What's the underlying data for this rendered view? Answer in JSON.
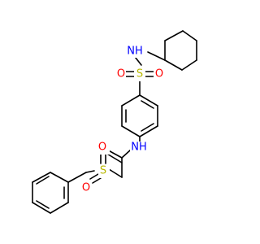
{
  "structure_type": "skeletal chemical structure",
  "atoms": [
    {
      "id": "nh_top",
      "symbol": "N",
      "text": "NH",
      "color": "#0000ff"
    },
    {
      "id": "s_top",
      "symbol": "S",
      "text": "S",
      "color": "#b8b800"
    },
    {
      "id": "o_top_left",
      "symbol": "O",
      "text": "O",
      "color": "#ff0000"
    },
    {
      "id": "o_top_right",
      "symbol": "O",
      "text": "O",
      "color": "#ff0000"
    },
    {
      "id": "nh_amide",
      "symbol": "N",
      "text": "NH",
      "color": "#0000ff"
    },
    {
      "id": "o_carbonyl",
      "symbol": "O",
      "text": "O",
      "color": "#ff0000"
    },
    {
      "id": "s_bottom",
      "symbol": "S",
      "text": "S",
      "color": "#b8b800"
    },
    {
      "id": "o_bottom_top",
      "symbol": "O",
      "text": "O",
      "color": "#ff0000"
    },
    {
      "id": "o_bottom_left",
      "symbol": "O",
      "text": "O",
      "color": "#ff0000"
    }
  ],
  "groups": [
    {
      "name": "cyclohexyl"
    },
    {
      "name": "sulfonamide"
    },
    {
      "name": "para-phenylene"
    },
    {
      "name": "amide"
    },
    {
      "name": "methylene"
    },
    {
      "name": "phenylsulfonyl"
    }
  ],
  "colors": {
    "bond": "#000000",
    "nitrogen": "#0000ff",
    "oxygen": "#ff0000",
    "sulfur": "#b8b800",
    "background": "#ffffff"
  }
}
